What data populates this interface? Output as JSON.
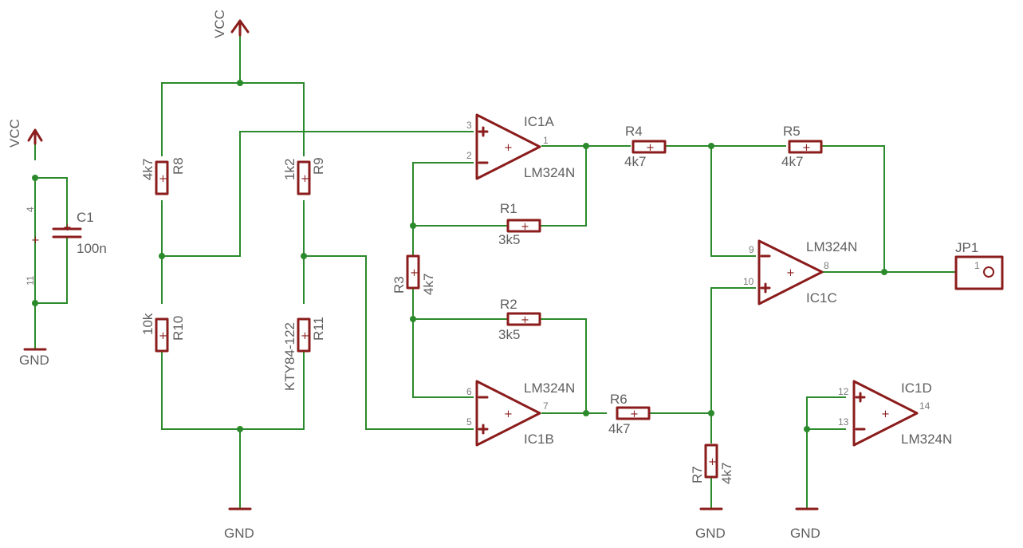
{
  "colors": {
    "wire": "#2b8a2b",
    "symbol": "#8b1c1c",
    "text": "#5f5f5f",
    "background": "#ffffff"
  },
  "supply": {
    "vcc": "VCC",
    "gnd": "GND"
  },
  "C1": {
    "name": "C1",
    "value": "100n",
    "pin4": "4",
    "pin11": "11"
  },
  "R8": {
    "name": "R8",
    "value": "4k7"
  },
  "R9": {
    "name": "R9",
    "value": "1k2"
  },
  "R10": {
    "name": "R10",
    "value": "10k"
  },
  "R11": {
    "name": "R11",
    "value": "KTY84-122"
  },
  "R1": {
    "name": "R1",
    "value": "3k5"
  },
  "R2": {
    "name": "R2",
    "value": "3k5"
  },
  "R3": {
    "name": "R3",
    "value": "4k7"
  },
  "R4": {
    "name": "R4",
    "value": "4k7"
  },
  "R5": {
    "name": "R5",
    "value": "4k7"
  },
  "R6": {
    "name": "R6",
    "value": "4k7"
  },
  "R7": {
    "name": "R7",
    "value": "4k7"
  },
  "IC1A": {
    "name": "IC1A",
    "part": "LM324N",
    "pins": [
      "3",
      "2",
      "1"
    ]
  },
  "IC1B": {
    "name": "IC1B",
    "part": "LM324N",
    "pins": [
      "6",
      "5",
      "7"
    ]
  },
  "IC1C": {
    "name": "IC1C",
    "part": "LM324N",
    "pins": [
      "9",
      "10",
      "8"
    ]
  },
  "IC1D": {
    "name": "IC1D",
    "part": "LM324N",
    "pins": [
      "12",
      "13",
      "14"
    ]
  },
  "JP1": {
    "name": "JP1",
    "pin": "1"
  }
}
